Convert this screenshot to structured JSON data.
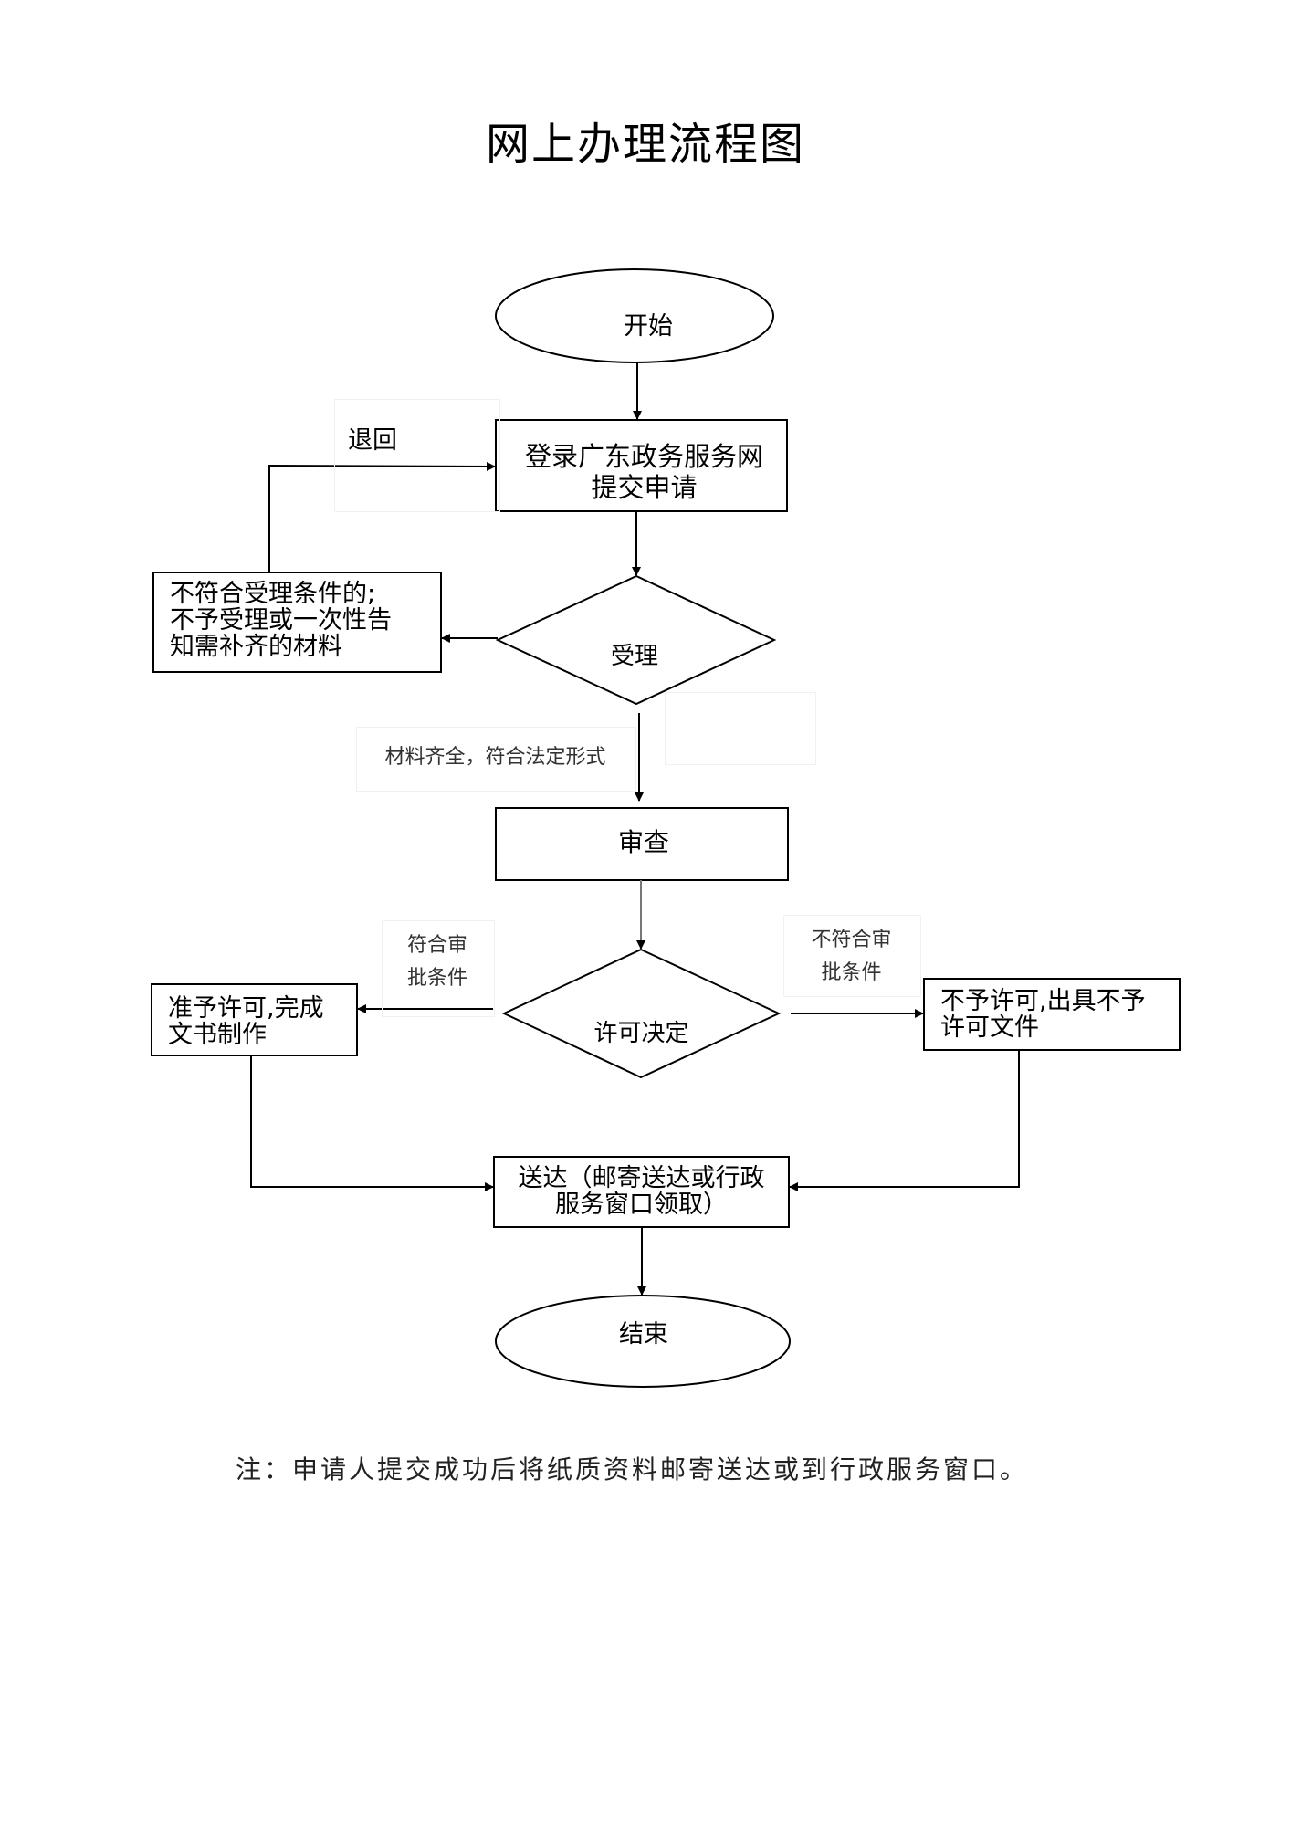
{
  "title": "网上办理流程图",
  "nodes": {
    "start": "开始",
    "submit": "登录广东政务服务网\n提交申请",
    "accept": "受理",
    "reject": "不符合受理条件的;\n不予受理或一次性告\n知需补齐的材料",
    "review": "审查",
    "decision": "许可决定",
    "grant": "准予许可,完成\n文书制作",
    "deny": "不予许可,出具不予\n许可文件",
    "deliver": "送达（邮寄送达或行政\n服务窗口领取）",
    "end": "结束"
  },
  "edge_labels": {
    "return": "退回",
    "complete_materials": "材料齐全，符合法定形式",
    "meets_conditions": "符合审\n批条件",
    "not_meets_conditions": "不符合审\n批条件"
  },
  "note": "注：申请人提交成功后将纸质资料邮寄送达或到行政服务窗口。"
}
